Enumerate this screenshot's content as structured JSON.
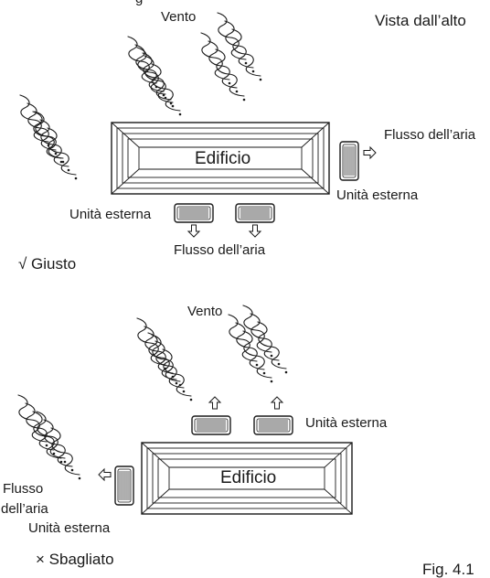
{
  "top_fragment": "g",
  "view_label": "Vista dall’alto",
  "correct": {
    "wind_label": "Vento",
    "building_label": "Edificio",
    "airflow_right": "Flusso dell’aria",
    "unit_right": "Unità esterna",
    "unit_left": "Unità esterna",
    "airflow_bottom": "Flusso dell’aria",
    "verdict": "√ Giusto"
  },
  "wrong": {
    "wind_label": "Vento",
    "building_label": "Edificio",
    "unit_top": "Unità esterna",
    "airflow_left_line1": "Flusso",
    "airflow_left_line2": "dell’aria",
    "unit_bottom": "Unità esterna",
    "verdict": "× Sbagliato"
  },
  "figure_label": "Fig. 4.1",
  "colors": {
    "line": "#1a1a1a",
    "background": "#ffffff"
  }
}
